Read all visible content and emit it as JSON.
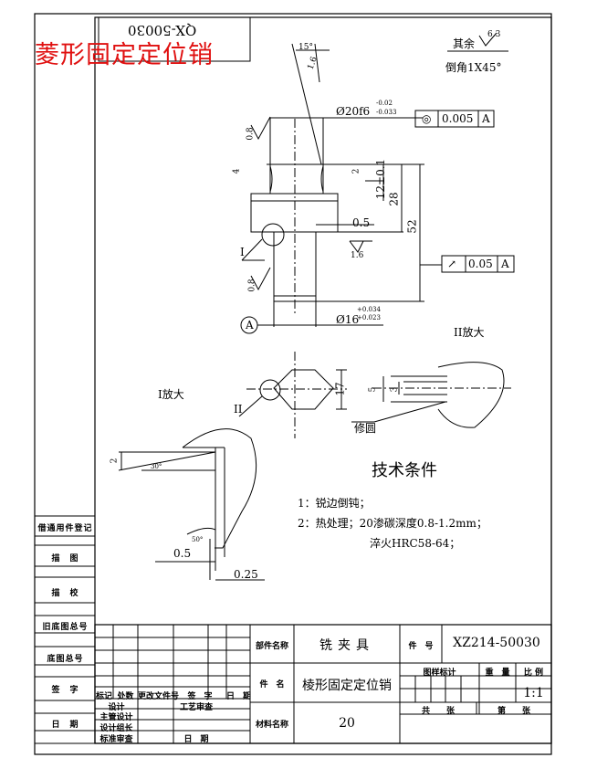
{
  "title_red": "菱形固定定位销",
  "code_inverted": "QX-50030",
  "surface_finish_label": "其余",
  "surface_finish_value": "6.3",
  "chamfer_note": "倒角1X45°",
  "dims": {
    "angle_15": "15°",
    "ra_top": "1.6",
    "dia_20": "Ø20f6",
    "dia_20_tol_upper": "-0.02",
    "dia_20_tol_lower": "-0.033",
    "ra_08_top": "0.8",
    "dim_4": "4",
    "dim_2": "2",
    "dim_12": "12±0.1",
    "dim_28": "28",
    "dim_52": "52",
    "dim_05": "0.5",
    "ra_16": "1.6",
    "ra_08_bottom": "0.8",
    "dia_16": "Ø16",
    "dia_16_tol_upper": "+0.034",
    "dia_16_tol_lower": "+0.023",
    "datum_a": "A",
    "detail_i_label": "I",
    "dim_17": "17",
    "dim_5": "5",
    "dim_3": "3",
    "detail_ii_label": "II",
    "dim_2b": "2",
    "angle_30": "30°",
    "angle_50": "50°",
    "dim_05b": "0.5",
    "dim_025": "0.25"
  },
  "tolerances": [
    {
      "symbol": "◎",
      "value": "0.005",
      "datum": "A"
    },
    {
      "symbol": "↗",
      "value": "0.05",
      "datum": "A"
    }
  ],
  "views": {
    "view_ii_title": "II放大",
    "view_i_title": "I放大",
    "trim_label": "修圆"
  },
  "tech": {
    "heading": "技术条件",
    "line1": "1：锐边倒钝；",
    "line2": "2：热处理；20渗碳深度0.8-1.2mm；",
    "line3": "淬火HRC58-64；"
  },
  "side_labels": [
    "借通用件登记",
    "描　图",
    "描　校",
    "旧底图总号",
    "底图总号",
    "签　字",
    "日　期"
  ],
  "title_block": {
    "part_label": "部件名称",
    "part_value": "铣夹具",
    "item_label": "件　号",
    "item_value": "XZ214-50030",
    "name_label": "件　名",
    "name_value": "棱形固定定位销",
    "material_label": "材料名称",
    "material_value": "20",
    "stage_label": "图样标计",
    "weight_label": "重　量",
    "scale_label": "比 例",
    "scale_value": "1:1",
    "sheets_label": "共　　张",
    "sheet_label": "第　　张",
    "rev_headers": [
      "标记",
      "处数",
      "更改文件号",
      "签　字",
      "日　期"
    ],
    "roles": [
      "设计",
      "主管设计",
      "设计组长",
      "标准审查"
    ],
    "roles_right": [
      "工艺审查",
      "日　期"
    ]
  }
}
